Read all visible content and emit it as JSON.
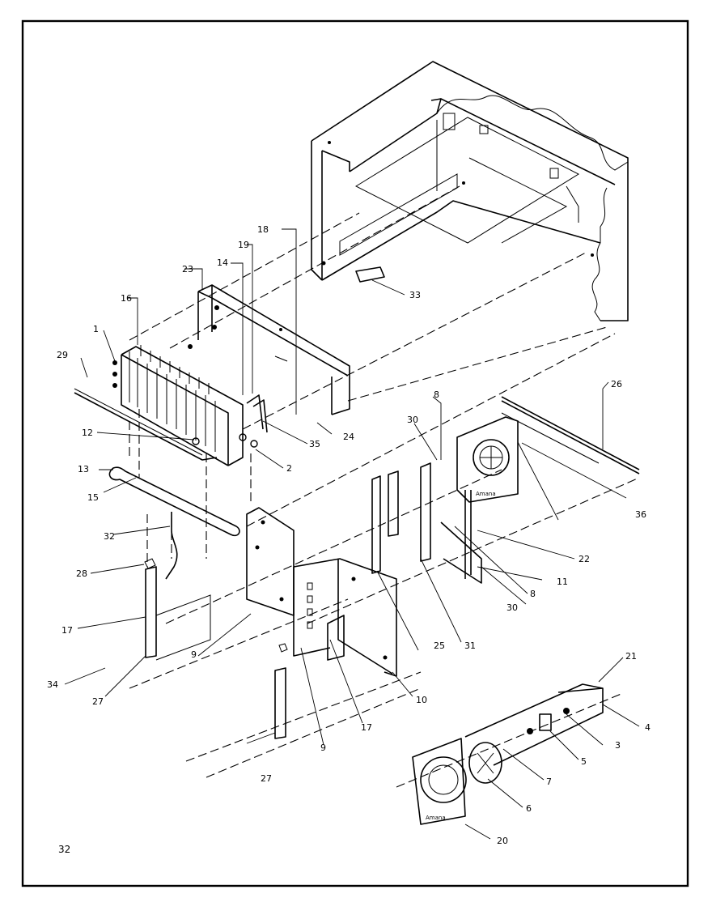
{
  "diagram": {
    "page_number": "32",
    "callouts": [
      "1",
      "2",
      "3",
      "4",
      "5",
      "6",
      "7",
      "8",
      "8",
      "9",
      "9",
      "10",
      "11",
      "12",
      "13",
      "14",
      "15",
      "16",
      "17",
      "17",
      "18",
      "19",
      "20",
      "21",
      "22",
      "23",
      "24",
      "25",
      "26",
      "27",
      "27",
      "28",
      "29",
      "30",
      "30",
      "31",
      "32",
      "33",
      "34",
      "35",
      "36"
    ],
    "nameplate_text": "Amana"
  }
}
